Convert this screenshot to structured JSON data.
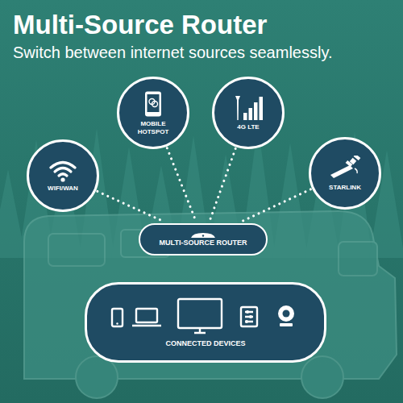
{
  "diagram": {
    "title": "Multi-Source Router",
    "nodes": [
      {
        "text": [
          "WIFI/WAN"
        ]
      },
      {
        "text": [
          "MOBILE HOTSPOT"
        ]
      },
      {
        "text": [
          "4G LTE"
        ]
      },
      {
        "text": [
          "STARLINK"
        ]
      },
      {
        "text": [
          "MULTI-SOURCE ROUTER"
        ]
      },
      {
        "text": [
          "CONNECTED DEVICES"
        ]
      }
    ],
    "edges": [
      {
        "from": 0,
        "to": 4,
        "arrow": "none"
      },
      {
        "from": 1,
        "to": 4,
        "arrow": "none"
      },
      {
        "from": 2,
        "to": 4,
        "arrow": "none"
      },
      {
        "from": 3,
        "to": 4,
        "arrow": "none"
      }
    ],
    "labels": [
      "Switch between internet sources seamlessly."
    ]
  }
}
